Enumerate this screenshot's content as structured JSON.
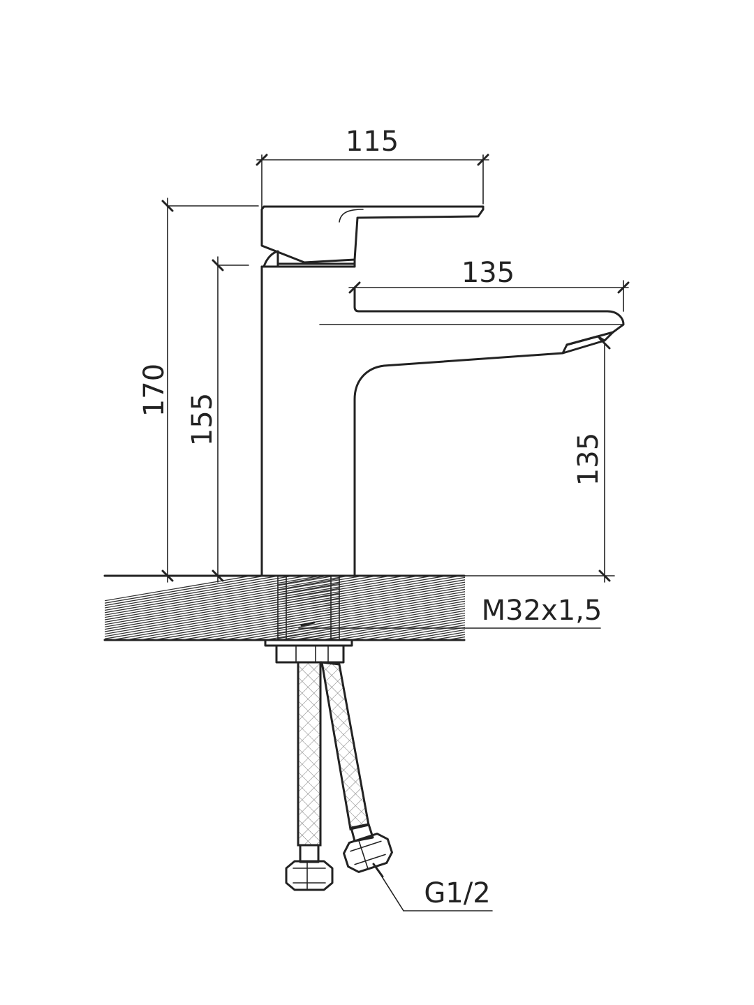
{
  "dimensions": {
    "lever_width": "115",
    "total_height": "170",
    "body_height": "155",
    "spout_reach": "135",
    "spout_clearance": "135"
  },
  "callouts": {
    "mount_thread": "M32x1,5",
    "hose_connection": "G1/2"
  },
  "line_color": "#222222"
}
